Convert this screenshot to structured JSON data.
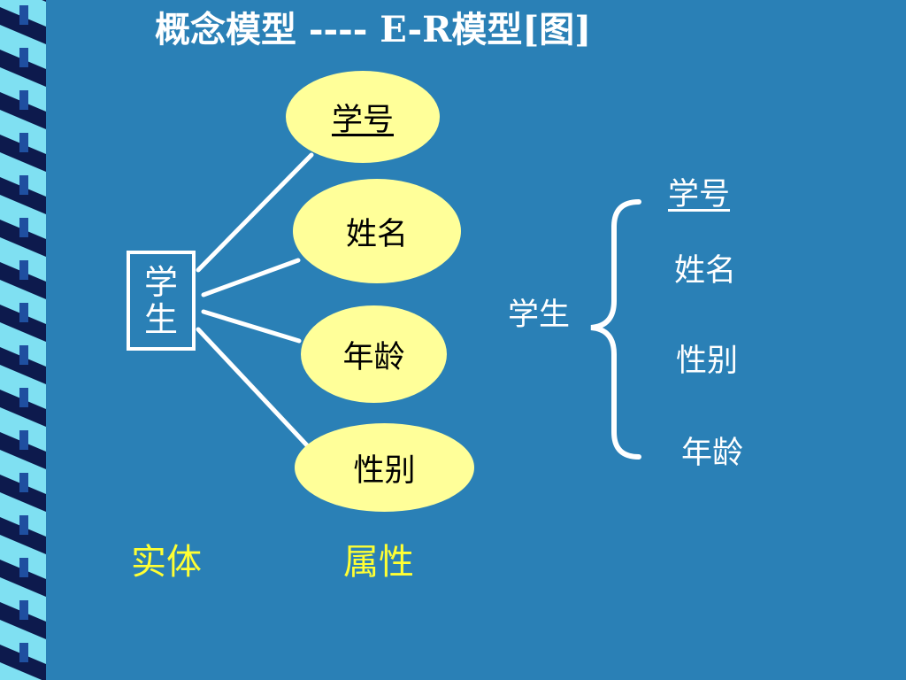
{
  "title": "概念模型 ---- E-R模型[图]",
  "entity": {
    "label": "学生"
  },
  "attributes": [
    {
      "label": "学号",
      "key": true
    },
    {
      "label": "姓名",
      "key": false
    },
    {
      "label": "年龄",
      "key": false
    },
    {
      "label": "性别",
      "key": false
    }
  ],
  "relation_view": {
    "entity_label": "学生",
    "attributes": [
      {
        "label": "学号",
        "key": true
      },
      {
        "label": "姓名",
        "key": false
      },
      {
        "label": "性别",
        "key": false
      },
      {
        "label": "年龄",
        "key": false
      }
    ]
  },
  "legend": {
    "entity_caption": "实体",
    "attribute_caption": "属性"
  },
  "colors": {
    "background": "#2a80b6",
    "ellipse_fill": "#ffff99",
    "line": "#ffffff",
    "caption": "#ffff33",
    "deco_cyan": "#7fe0f2",
    "deco_dark": "#0d1a4d"
  }
}
